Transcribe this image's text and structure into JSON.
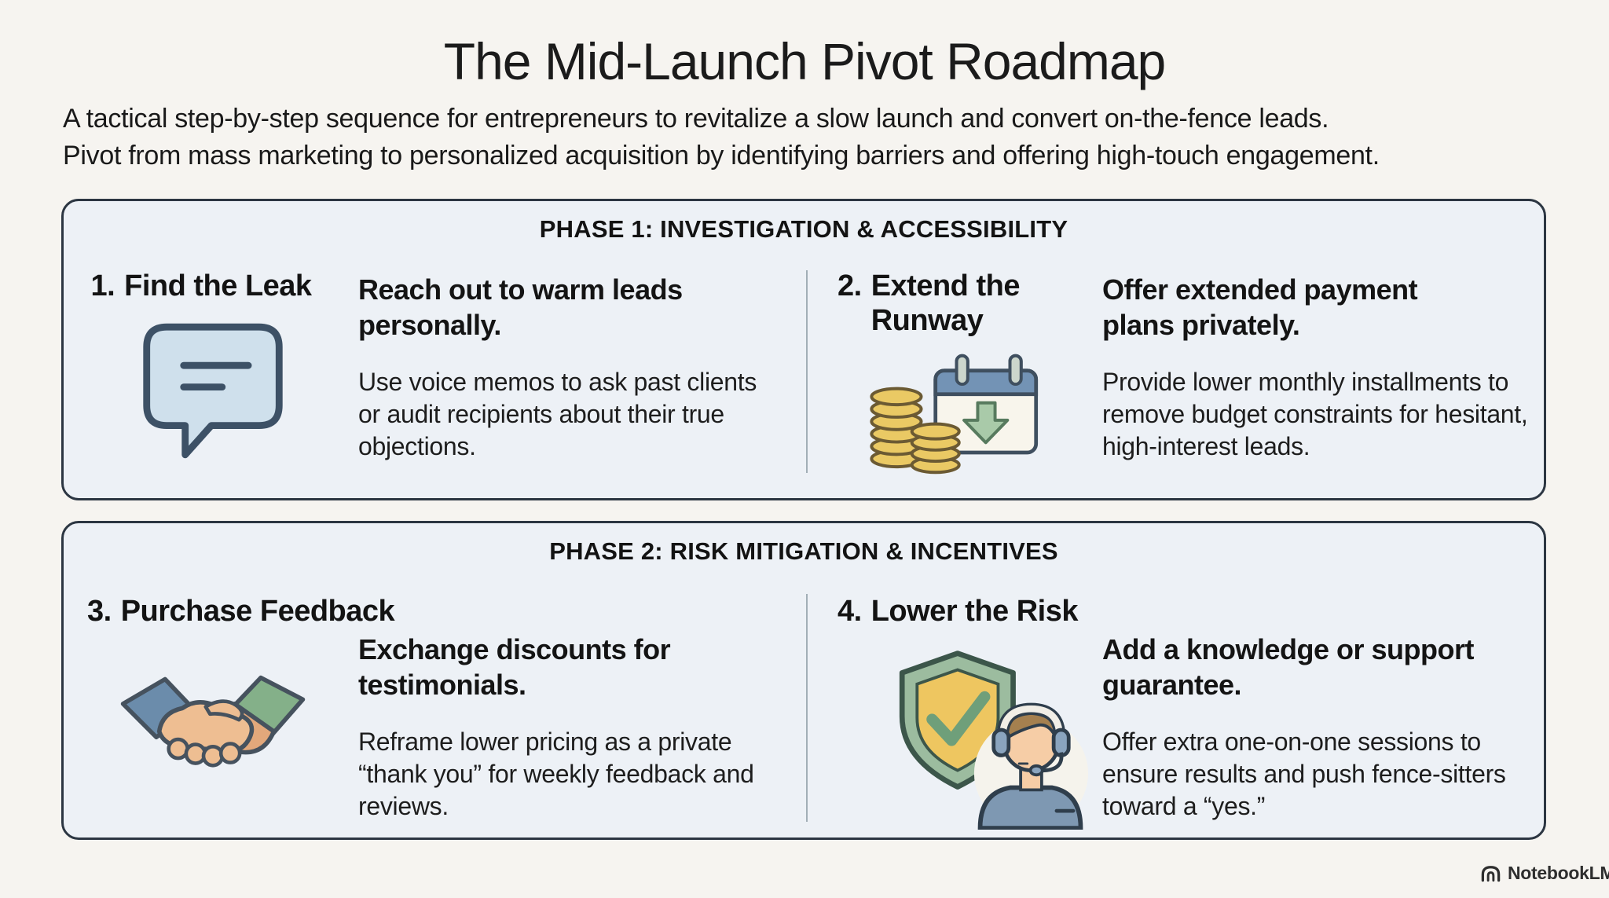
{
  "header": {
    "title": "The Mid-Launch Pivot Roadmap",
    "subtitle_line1": "A tactical step-by-step sequence for entrepreneurs to revitalize a slow launch and convert on-the-fence leads.",
    "subtitle_line2": "Pivot from mass marketing to personalized acquisition by identifying barriers and offering high-touch engagement."
  },
  "phases": [
    {
      "header": "PHASE 1: INVESTIGATION & ACCESSIBILITY",
      "steps": [
        {
          "num": "1.",
          "title": "Find the Leak",
          "icon": "speech-bubble-icon",
          "heading": "Reach out to warm leads personally.",
          "body": "Use voice memos to ask past clients or audit recipients about their true objections."
        },
        {
          "num": "2.",
          "title": "Extend the Runway",
          "icon": "coins-calendar-icon",
          "heading": "Offer extended payment plans privately.",
          "body": "Provide lower monthly installments to remove budget constraints for hesitant, high-interest leads."
        }
      ]
    },
    {
      "header": "PHASE 2: RISK MITIGATION & INCENTIVES",
      "steps": [
        {
          "num": "3.",
          "title": "Purchase Feedback",
          "icon": "handshake-icon",
          "heading": "Exchange discounts for testimonials.",
          "body": "Reframe lower pricing as a private “thank you” for weekly feedback and reviews."
        },
        {
          "num": "4.",
          "title": "Lower the Risk",
          "icon": "shield-support-icon",
          "heading": "Add a knowledge or support guarantee.",
          "body": "Offer extra one-on-one sessions to ensure results and push fence-sitters toward a “yes.”"
        }
      ]
    }
  ],
  "watermark": {
    "label": "NotebookLM",
    "icon": "notebooklm-logo-icon"
  },
  "colors": {
    "page_bg": "#f6f4f0",
    "panel_bg": "#edf1f6",
    "panel_border": "#2c3642",
    "divider": "#a2aeb6",
    "text": "#161616",
    "speech_bubble_fill": "#cfe0ec",
    "icon_outline_blue": "#3d5166",
    "coin_gold": "#eac964",
    "calendar_header_blue": "#7393b5",
    "arrow_green": "#a9caa9",
    "shield_green": "#9cbc9f",
    "shield_inner_gold": "#eec660",
    "sleeve_blue": "#6b8cab",
    "sleeve_green": "#84b089",
    "hand_tan": "#eebe92",
    "shirt_blue": "#7e98b2"
  }
}
